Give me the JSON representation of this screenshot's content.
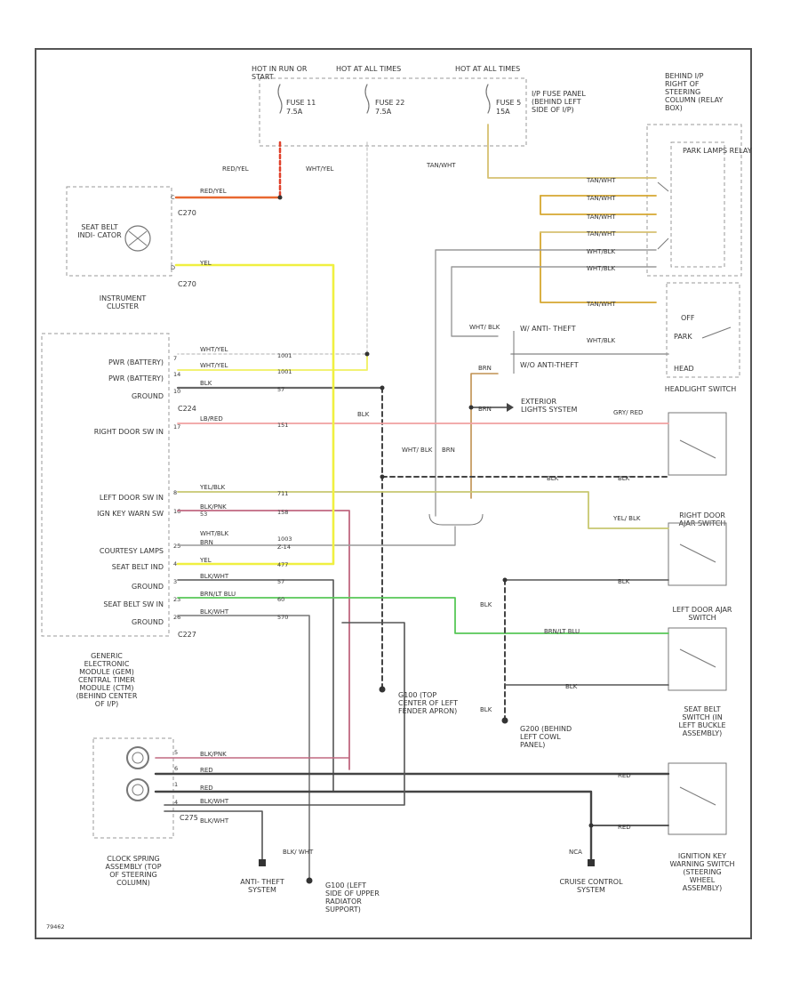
{
  "fuses": [
    {
      "feed": "HOT IN RUN OR START",
      "fuse": "FUSE 11",
      "amps": "7.5A"
    },
    {
      "feed": "HOT AT ALL TIMES",
      "fuse": "FUSE 22",
      "amps": "7.5A"
    },
    {
      "feed": "HOT AT ALL TIMES",
      "fuse": "FUSE 5",
      "amps": "15A"
    }
  ],
  "ip_fuse_panel": "I/P FUSE PANEL (BEHIND LEFT SIDE OF I/P)",
  "relay_location": "BEHIND I/P RIGHT OF STEERING COLUMN (RELAY BOX)",
  "park_relay": "PARK LAMPS RELAY",
  "seatbelt_indicator": "SEAT BELT INDI- CATOR",
  "instrument_cluster": "INSTRUMENT CLUSTER",
  "connectors": {
    "c270a": "C270",
    "c270b": "C270",
    "c224": "C224",
    "c227": "C227",
    "c275": "C275"
  },
  "gem_pins": [
    "PWR (BATTERY)",
    "PWR (BATTERY)",
    "GROUND",
    "RIGHT DOOR SW IN",
    "LEFT DOOR SW IN",
    "IGN KEY WARN SW",
    "COURTESY LAMPS",
    "SEAT BELT IND",
    "GROUND",
    "SEAT BELT SW IN",
    "GROUND"
  ],
  "gem_label": "GENERIC ELECTRONIC MODULE (GEM) CENTRAL TIMER MODULE (CTM) (BEHIND CENTER OF I/P)",
  "clock_spring": "CLOCK SPRING ASSEMBLY (TOP OF STEERING COLUMN)",
  "wires": {
    "red_yel": "RED/YEL",
    "wht_yel": "WHT/YEL",
    "tan_wht": "TAN/WHT",
    "yel": "YEL",
    "blk": "BLK",
    "lb_red": "LB/RED",
    "yel_blk": "YEL/BLK",
    "blk_pnk": "BLK/PNK",
    "wht_blk": "WHT/BLK",
    "brn_lt_blu": "BRN/LT BLU",
    "blk_wht": "BLK/WHT",
    "wht_blk_2": "WHT/ BLK",
    "gry_red": "GRY/ RED",
    "yel_blk_2": "YEL/ BLK",
    "brn": "BRN",
    "red": "RED",
    "blk_wht_2": "BLK/ WHT"
  },
  "antitheft": {
    "w": "W/ ANTI- THEFT",
    "wo": "W/O ANTI-THEFT",
    "wht_blk_sm": "WHT/ BLK"
  },
  "exterior_lights": "EXTERIOR LIGHTS SYSTEM",
  "headlight_switch": "HEADLIGHT SWITCH",
  "hs_positions": [
    "OFF",
    "PARK",
    "HEAD"
  ],
  "right_door_ajar": "RIGHT DOOR AJAR SWITCH",
  "left_door_ajar": "LEFT DOOR AJAR SWITCH",
  "seat_belt_switch": "SEAT BELT SWITCH (IN LEFT BUCKLE ASSEMBLY)",
  "ign_key_switch": "IGNITION KEY WARNING SWITCH (STEERING WHEEL ASSEMBLY)",
  "g_left_fender": "G100 (TOP CENTER OF LEFT FENDER APRON)",
  "g_cowl": "G200 (BEHIND LEFT COWL PANEL)",
  "g_radiator": "G100 (LEFT SIDE OF UPPER RADIATOR SUPPORT)",
  "anti_theft_system": "ANTI- THEFT SYSTEM",
  "cruise_control": "CRUISE CONTROL SYSTEM",
  "nca": "NCA",
  "pins": {
    "c270a": "C",
    "c270b": "D",
    "p1": "7",
    "p2": "14",
    "p3": "10",
    "p4": "17",
    "p5": "8",
    "p6": "16",
    "p7": "25",
    "p8": "4",
    "p9": "3",
    "p10": "23",
    "p11": "26",
    "c1": "5",
    "c2": "6",
    "c3": "1",
    "c4": "4"
  },
  "circuits": [
    "1001",
    "1001",
    "57",
    "151",
    "711",
    "158",
    "53",
    "477",
    "57",
    "60",
    "570",
    "1003",
    "Z-14"
  ],
  "figure_id": "79462",
  "colors": {
    "red": "#e0402a",
    "orange": "#e8a020",
    "yellow": "#f0f040",
    "tan": "#d6c070",
    "pink": "#f0a0a0",
    "olive": "#c8c870",
    "green": "#58c858",
    "maroon": "#c06880",
    "brown": "#c09050",
    "black": "#444444",
    "gray": "#888888"
  }
}
